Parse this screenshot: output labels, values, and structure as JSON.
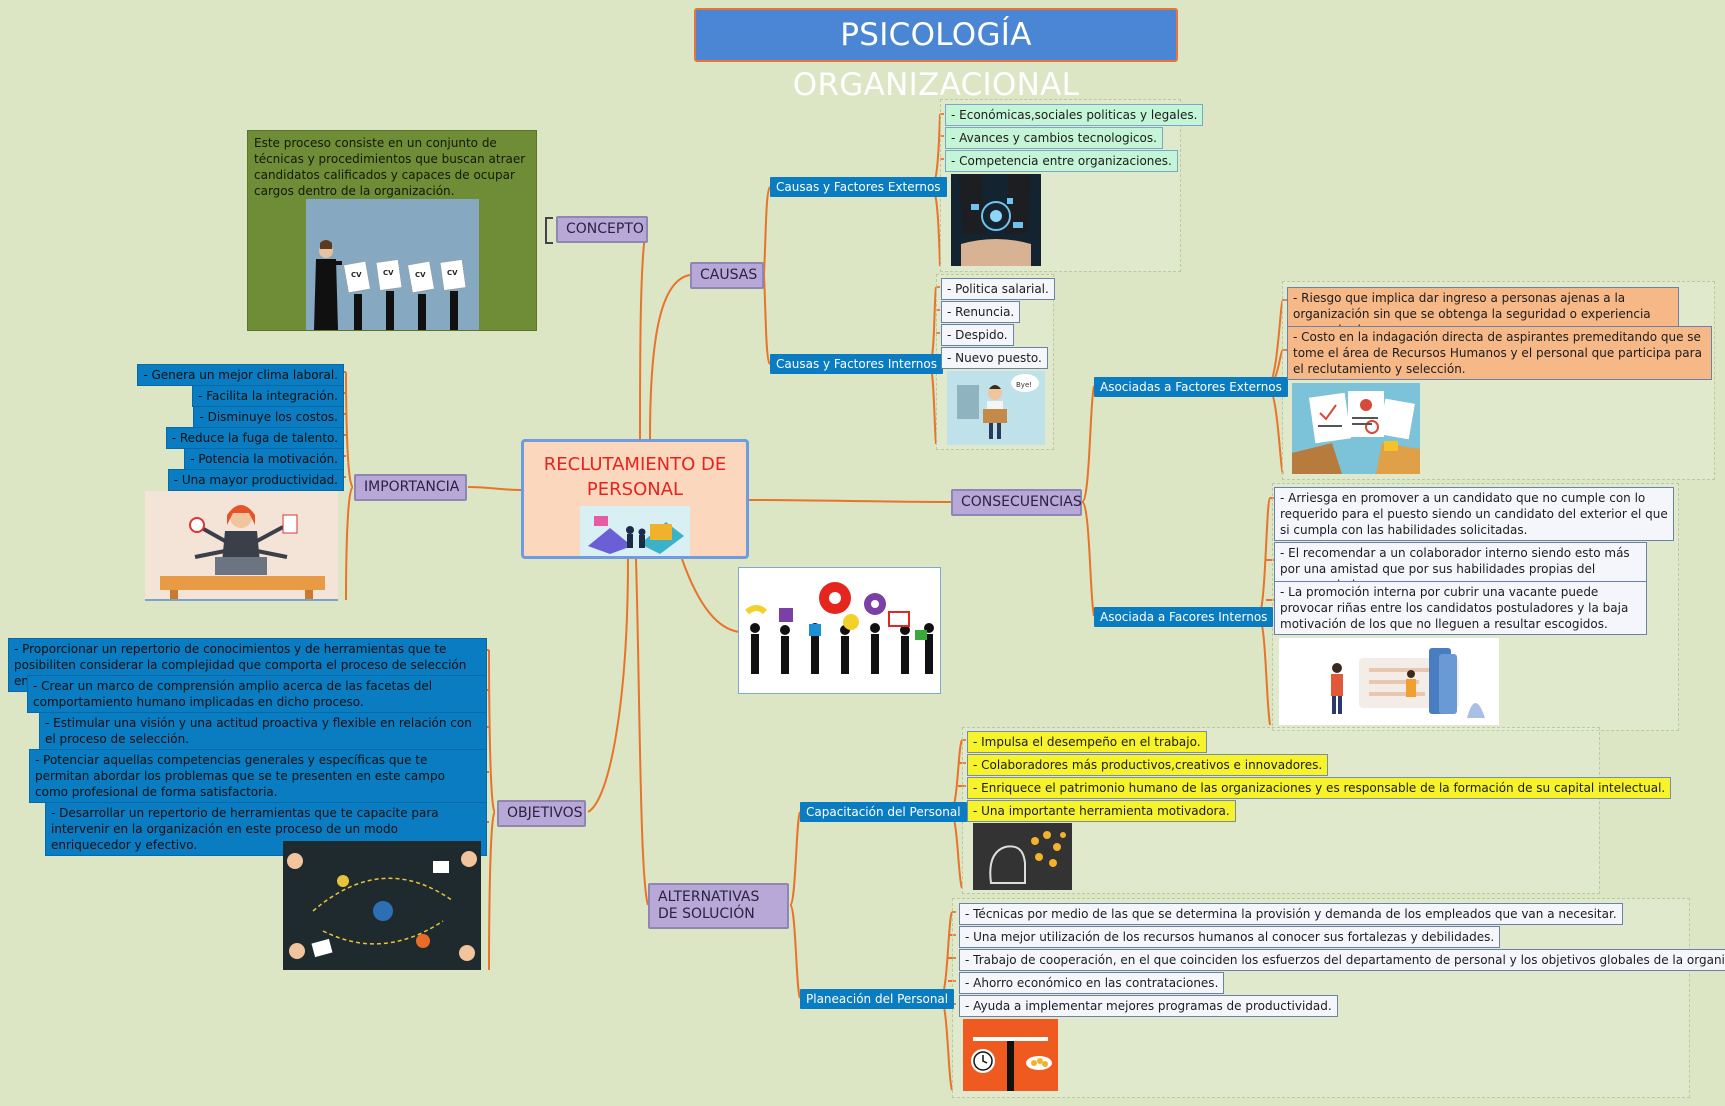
{
  "title": "PSICOLOGÍA ORGANIZACIONAL",
  "central": "RECLUTAMIENTO DE PERSONAL",
  "concepto": {
    "label": "CONCEPTO",
    "text": "Este proceso consiste en un conjunto de técnicas y procedimientos que buscan atraer candidatos calificados y capaces de ocupar cargos dentro de la organización.",
    "cv_label": "CV"
  },
  "importancia": {
    "label": "IMPORTANCIA",
    "items": [
      "- Genera un mejor clima laboral.",
      "- Facilita la integración.",
      "- Disminuye los costos.",
      "- Reduce la fuga de talento.",
      "- Potencia la motivación.",
      "- Una mayor productividad."
    ]
  },
  "objetivos": {
    "label": "OBJETIVOS",
    "items": [
      "- Proporcionar un repertorio de conocimientos y de herramientas que te posibiliten considerar la complejidad que comporta el proceso de selección en las organizaciones.",
      "- Crear un marco de comprensión amplio acerca de las facetas del comportamiento humano implicadas en dicho proceso.",
      "- Estimular una visión y una actitud proactiva y flexible en relación con el proceso de selección.",
      "- Potenciar aquellas competencias generales y específicas que te permitan abordar los problemas que se te presenten en este campo como profesional de forma satisfactoria.",
      "- Desarrollar un repertorio de herramientas que te capacite para intervenir en la organización en este proceso de un modo enriquecedor y efectivo."
    ]
  },
  "causas": {
    "label": "CAUSAS",
    "externos": {
      "label": "Causas y Factores Externos",
      "items": [
        "- Económicas,sociales politicas y legales.",
        "- Avances y cambios tecnologicos.",
        "- Competencia entre organizaciones."
      ]
    },
    "internos": {
      "label": "Causas y Factores Internos",
      "items": [
        "- Politica salarial.",
        "- Renuncia.",
        "- Despido.",
        "- Nuevo puesto."
      ],
      "bubble": "Bye!"
    }
  },
  "consecuencias": {
    "label": "CONSECUENCIAS",
    "externos": {
      "label": "Asociadas a Factores Externos",
      "items": [
        "- Riesgo que implica dar ingreso a personas ajenas a la organización sin que se obtenga la seguridad o experiencia comprobada.",
        "- Costo en la indagación directa de aspirantes premeditando que se tome el área de Recursos Humanos y el personal que participa para el reclutamiento y selección."
      ]
    },
    "internos": {
      "label": "Asociada a Facores Internos",
      "items": [
        "- Arriesga en promover a un candidato que no cumple con lo requerido para el puesto siendo un candidato del exterior el que si cumpla con las habilidades solicitadas.",
        "- El recomendar a un colaborador interno siendo esto más por una amistad que por sus habilidades propias del recomendado.",
        "- La promoción interna por cubrir una vacante puede provocar riñas entre los candidatos postuladores y la baja motivación de los que no lleguen a resultar escogidos."
      ]
    }
  },
  "alternativas": {
    "label": "ALTERNATIVAS DE SOLUCIÓN",
    "capacitacion": {
      "label": "Capacitación del Personal",
      "items": [
        "- Impulsa el desempeño en el trabajo.",
        "- Colaboradores más productivos,creativos e innovadores.",
        "- Enriquece el patrimonio humano de las organizaciones y es responsable de la formación de su capital intelectual.",
        "- Una importante herramienta motivadora."
      ]
    },
    "planeacion": {
      "label": "Planeación del Personal",
      "items": [
        "- Técnicas por medio de las que se determina la provisión y demanda de los empleados que van a necesitar.",
        "- Una mejor utilización de los recursos humanos al conocer sus fortalezas y debilidades.",
        "- Trabajo de cooperación, en el que coinciden los esfuerzos del departamento de personal y los objetivos globales de la organización.",
        "- Ahorro económico en las contrataciones.",
        "- Ayuda a implementar mejores programas de productividad."
      ]
    }
  },
  "colors": {
    "branch": "#e8742b",
    "topic_bg": "#b7a8d8",
    "subtopic_bg": "#0a7cc1",
    "title_bg": "#4a86d4",
    "central_text": "#e8231f"
  }
}
